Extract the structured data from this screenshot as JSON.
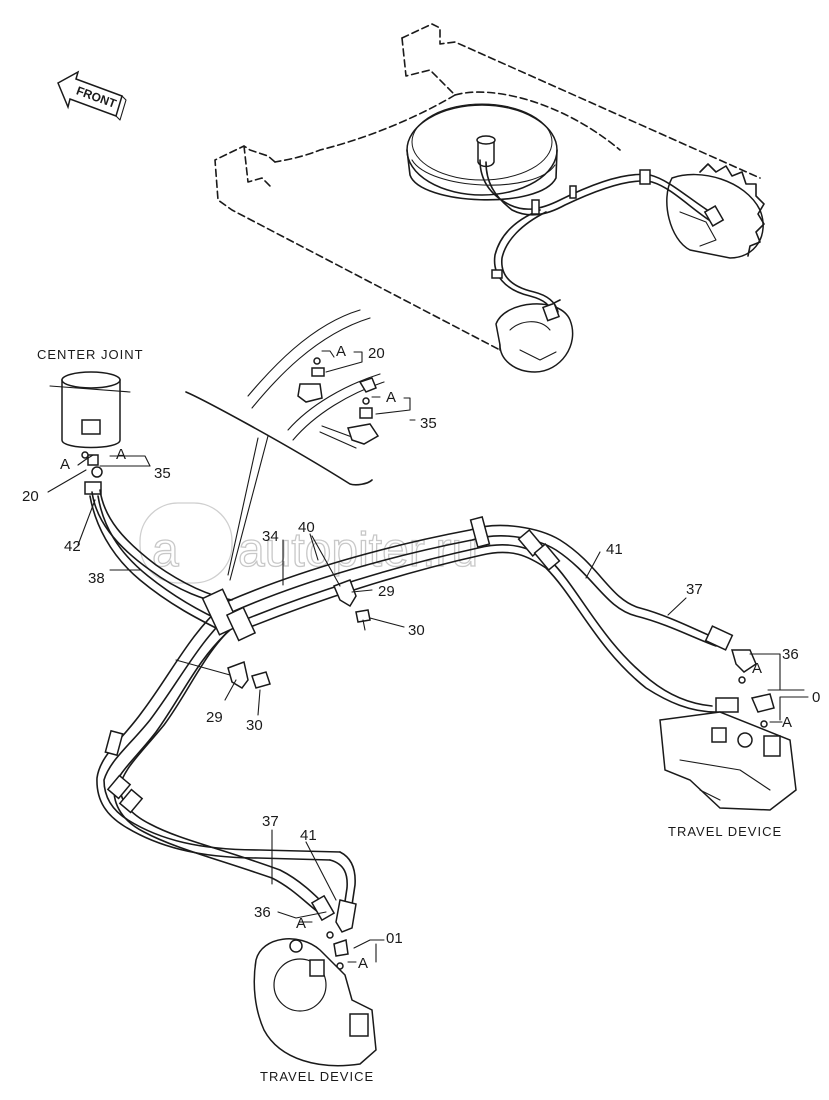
{
  "direction_marker": {
    "label": "FRONT"
  },
  "captions": {
    "center_joint": "CENTER JOINT",
    "travel_device_right": "TRAVEL DEVICE",
    "travel_device_bottom": "TRAVEL DEVICE"
  },
  "part_labels": [
    {
      "id": "a1",
      "text": "A"
    },
    {
      "id": "p20a",
      "text": "20"
    },
    {
      "id": "a2",
      "text": "A"
    },
    {
      "id": "p35a",
      "text": "35"
    },
    {
      "id": "a3",
      "text": "A"
    },
    {
      "id": "a4",
      "text": "A"
    },
    {
      "id": "p35b",
      "text": "35"
    },
    {
      "id": "p20b",
      "text": "20"
    },
    {
      "id": "p42",
      "text": "42"
    },
    {
      "id": "p38",
      "text": "38"
    },
    {
      "id": "p34",
      "text": "34"
    },
    {
      "id": "p40",
      "text": "40"
    },
    {
      "id": "p41a",
      "text": "41"
    },
    {
      "id": "p37a",
      "text": "37"
    },
    {
      "id": "p29a",
      "text": "29"
    },
    {
      "id": "p30a",
      "text": "30"
    },
    {
      "id": "p36a",
      "text": "36"
    },
    {
      "id": "a5",
      "text": "A"
    },
    {
      "id": "p0",
      "text": "0"
    },
    {
      "id": "a6",
      "text": "A"
    },
    {
      "id": "p29b",
      "text": "29"
    },
    {
      "id": "p30b",
      "text": "30"
    },
    {
      "id": "p37b",
      "text": "37"
    },
    {
      "id": "p41b",
      "text": "41"
    },
    {
      "id": "p36b",
      "text": "36"
    },
    {
      "id": "a7",
      "text": "A"
    },
    {
      "id": "p01",
      "text": "01"
    },
    {
      "id": "a8",
      "text": "A"
    }
  ],
  "watermark": {
    "text": "autopiter.ru"
  }
}
